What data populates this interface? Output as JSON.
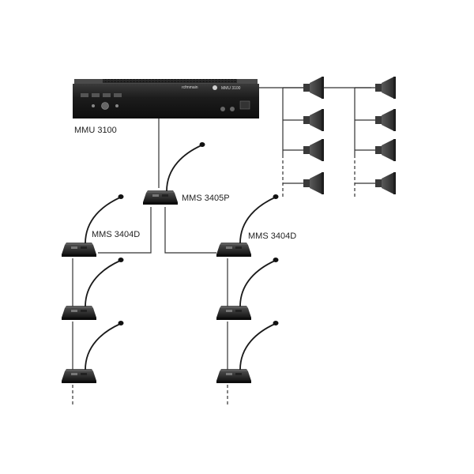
{
  "amplifier": {
    "model_label": "MMU 3100",
    "brand_text": "rcfmmain",
    "panel_model": "MMU 3100"
  },
  "chairman_unit": {
    "label": "MMS 3405P"
  },
  "delegate_chain_left": {
    "label": "MMS 3404D",
    "units": 3
  },
  "delegate_chain_right": {
    "label": "MMS 3404D",
    "units": 3
  },
  "speakers": {
    "columns": 2,
    "per_column": 4
  }
}
